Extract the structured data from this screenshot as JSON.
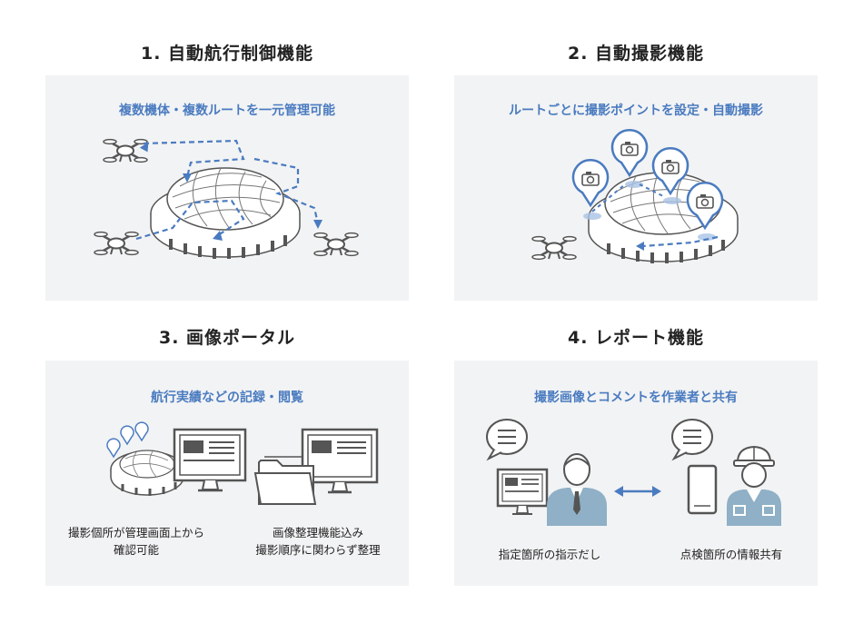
{
  "panels": [
    {
      "title": "1. 自動航行制御機能",
      "subtitle": "複数機体・複数ルートを一元管理可能"
    },
    {
      "title": "2. 自動撮影機能",
      "subtitle": "ルートごとに撮影ポイントを設定・自動撮影"
    },
    {
      "title": "3. 画像ポータル",
      "subtitle": "航行実績などの記録・閲覧",
      "captions": [
        [
          "撮影個所が管理画面上から",
          "確認可能"
        ],
        [
          "画像整理機能込み",
          "撮影順序に関わらず整理"
        ]
      ]
    },
    {
      "title": "4. レポート機能",
      "subtitle": "撮影画像とコメントを作業者と共有",
      "captions": [
        [
          "指定箇所の指示だし"
        ],
        [
          "点検箇所の情報共有"
        ]
      ]
    }
  ],
  "colors": {
    "accent": "#4a7bc0",
    "panel_bg": "#f2f3f4",
    "line": "#555555",
    "person": "#8fb0c6"
  }
}
